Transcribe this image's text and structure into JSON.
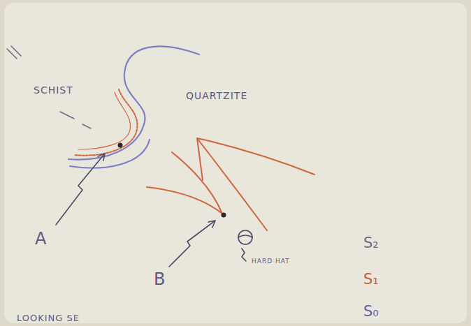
{
  "diagram": {
    "labels": [
      "SCHIST",
      "QUARTZITE",
      "A",
      "B",
      "HARD HAT",
      "LOOKING SE"
    ],
    "legend": [
      {
        "text": "S₂",
        "color": "#6e6a86"
      },
      {
        "text": "S₁",
        "color": "#c8603a"
      },
      {
        "text": "S₀",
        "color": "#5f62a8"
      }
    ]
  }
}
